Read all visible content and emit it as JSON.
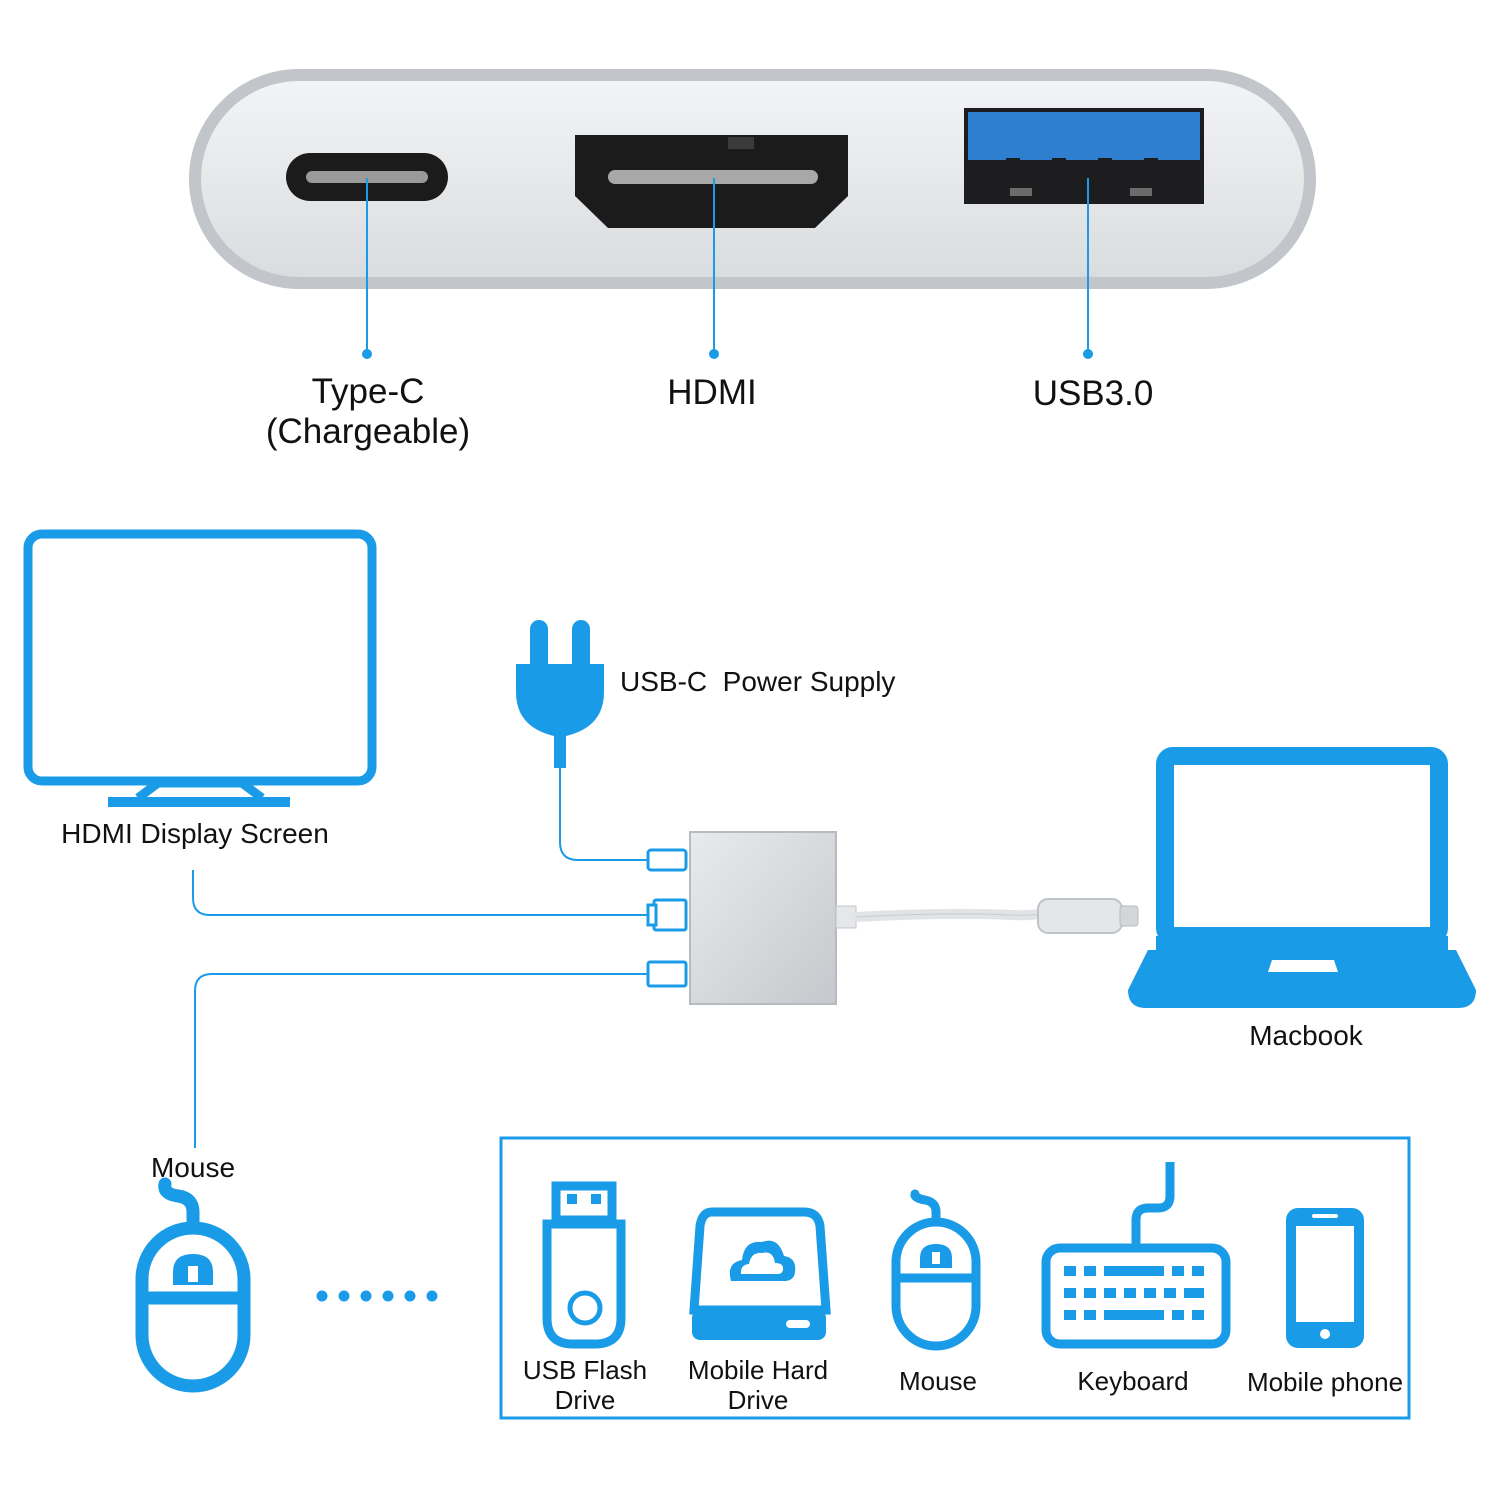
{
  "ports": {
    "typec": {
      "line1": "Type-C",
      "line2": "(Chargeable)"
    },
    "hdmi": "HDMI",
    "usb3": "USB3.0"
  },
  "connections": {
    "power": "USB-C  Power Supply",
    "display": "HDMI Display Screen",
    "laptop": "Macbook",
    "mouse": "Mouse"
  },
  "devices": [
    {
      "line1": "USB Flash",
      "line2": "Drive",
      "icon": "usb-flash-drive-icon"
    },
    {
      "line1": "Mobile Hard",
      "line2": "Drive",
      "icon": "mobile-hard-drive-icon"
    },
    {
      "line1": "Mouse",
      "line2": "",
      "icon": "mouse-icon"
    },
    {
      "line1": "Keyboard",
      "line2": "",
      "icon": "keyboard-icon"
    },
    {
      "line1": "Mobile phone",
      "line2": "",
      "icon": "mobile-phone-icon"
    }
  ],
  "colors": {
    "accent": "#1a9be8",
    "aluminum": "#c9cdd1",
    "port_black": "#1b1b1b",
    "usb_blue": "#2f7fd0"
  }
}
